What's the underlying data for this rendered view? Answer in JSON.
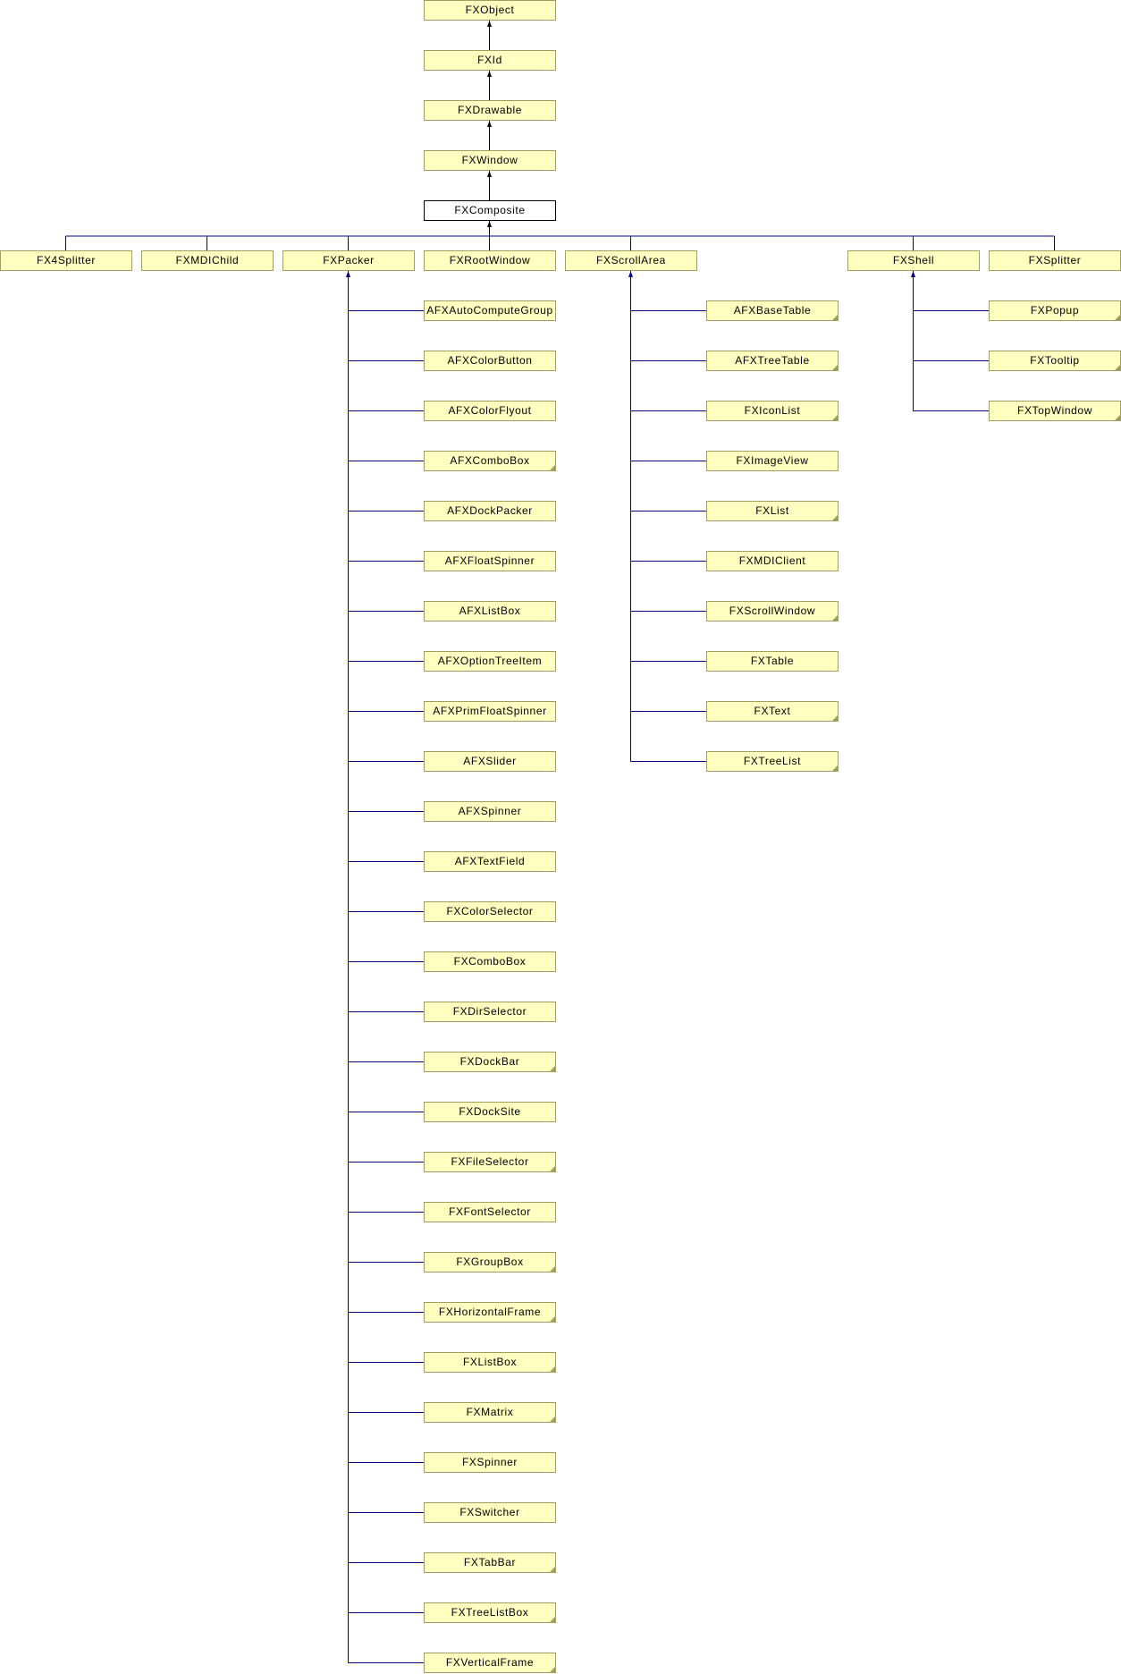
{
  "colors": {
    "fill": "#FFFFC0",
    "border": "#9F9F60",
    "edge": "#000080",
    "chain_edge": "#000000"
  },
  "ancestors": [
    "FXObject",
    "FXId",
    "FXDrawable",
    "FXWindow"
  ],
  "current": "FXComposite",
  "children": [
    {
      "label": "FX4Splitter",
      "note": false,
      "children": []
    },
    {
      "label": "FXMDIChild",
      "note": false,
      "children": []
    },
    {
      "label": "FXPacker",
      "note": false,
      "children": [
        {
          "label": "AFXAutoComputeGroup",
          "note": false
        },
        {
          "label": "AFXColorButton",
          "note": false
        },
        {
          "label": "AFXColorFlyout",
          "note": false
        },
        {
          "label": "AFXComboBox",
          "note": true
        },
        {
          "label": "AFXDockPacker",
          "note": false
        },
        {
          "label": "AFXFloatSpinner",
          "note": false
        },
        {
          "label": "AFXListBox",
          "note": false
        },
        {
          "label": "AFXOptionTreeItem",
          "note": false
        },
        {
          "label": "AFXPrimFloatSpinner",
          "note": false
        },
        {
          "label": "AFXSlider",
          "note": false
        },
        {
          "label": "AFXSpinner",
          "note": false
        },
        {
          "label": "AFXTextField",
          "note": false
        },
        {
          "label": "FXColorSelector",
          "note": false
        },
        {
          "label": "FXComboBox",
          "note": false
        },
        {
          "label": "FXDirSelector",
          "note": false
        },
        {
          "label": "FXDockBar",
          "note": true
        },
        {
          "label": "FXDockSite",
          "note": false
        },
        {
          "label": "FXFileSelector",
          "note": true
        },
        {
          "label": "FXFontSelector",
          "note": false
        },
        {
          "label": "FXGroupBox",
          "note": true
        },
        {
          "label": "FXHorizontalFrame",
          "note": true
        },
        {
          "label": "FXListBox",
          "note": true
        },
        {
          "label": "FXMatrix",
          "note": true
        },
        {
          "label": "FXSpinner",
          "note": false
        },
        {
          "label": "FXSwitcher",
          "note": false
        },
        {
          "label": "FXTabBar",
          "note": true
        },
        {
          "label": "FXTreeListBox",
          "note": true
        },
        {
          "label": "FXVerticalFrame",
          "note": true
        }
      ]
    },
    {
      "label": "FXRootWindow",
      "note": false,
      "children": []
    },
    {
      "label": "FXScrollArea",
      "note": false,
      "children": [
        {
          "label": "AFXBaseTable",
          "note": true
        },
        {
          "label": "AFXTreeTable",
          "note": true
        },
        {
          "label": "FXIconList",
          "note": true
        },
        {
          "label": "FXImageView",
          "note": false
        },
        {
          "label": "FXList",
          "note": true
        },
        {
          "label": "FXMDIClient",
          "note": false
        },
        {
          "label": "FXScrollWindow",
          "note": true
        },
        {
          "label": "FXTable",
          "note": false
        },
        {
          "label": "FXText",
          "note": true
        },
        {
          "label": "FXTreeList",
          "note": true
        }
      ]
    },
    {
      "label": "FXShell",
      "note": false,
      "children": [
        {
          "label": "FXPopup",
          "note": true
        },
        {
          "label": "FXTooltip",
          "note": true
        },
        {
          "label": "FXTopWindow",
          "note": true
        }
      ]
    },
    {
      "label": "FXSplitter",
      "note": false,
      "children": []
    }
  ]
}
